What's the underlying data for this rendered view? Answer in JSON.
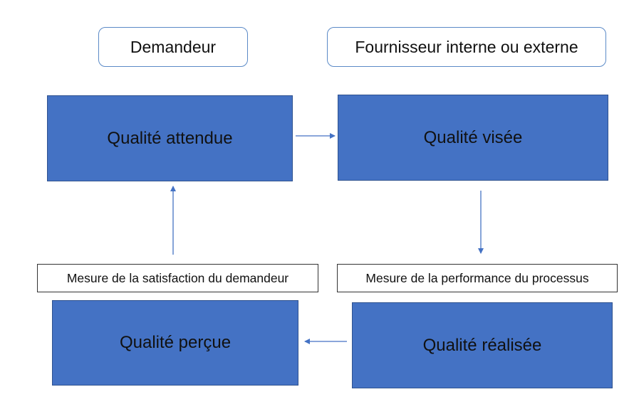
{
  "roles": {
    "requester": "Demandeur",
    "supplier": "Fournisseur interne ou externe"
  },
  "qualities": {
    "expected": "Qualité attendue",
    "targeted": "Qualité visée",
    "perceived": "Qualité perçue",
    "achieved": "Qualité réalisée"
  },
  "measures": {
    "satisfaction": "Mesure de la satisfaction du demandeur",
    "performance": "Mesure de la performance du processus"
  },
  "colors": {
    "box_fill": "#4472c4",
    "box_border": "#2f528f",
    "arrow": "#4472c4",
    "header_border": "#5b8ac7"
  }
}
